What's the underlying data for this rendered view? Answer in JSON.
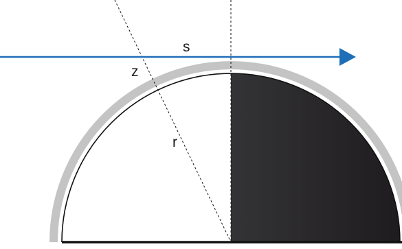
{
  "labels": {
    "s": "s",
    "z": "z",
    "r": "r"
  },
  "colors": {
    "ray": "#1e6fb8",
    "outline": "#111111",
    "atmosphere": "#c4c4c4",
    "shadow_light": "#4a4a4c",
    "shadow_dark": "#1e1c1e",
    "guide": "#111111"
  }
}
